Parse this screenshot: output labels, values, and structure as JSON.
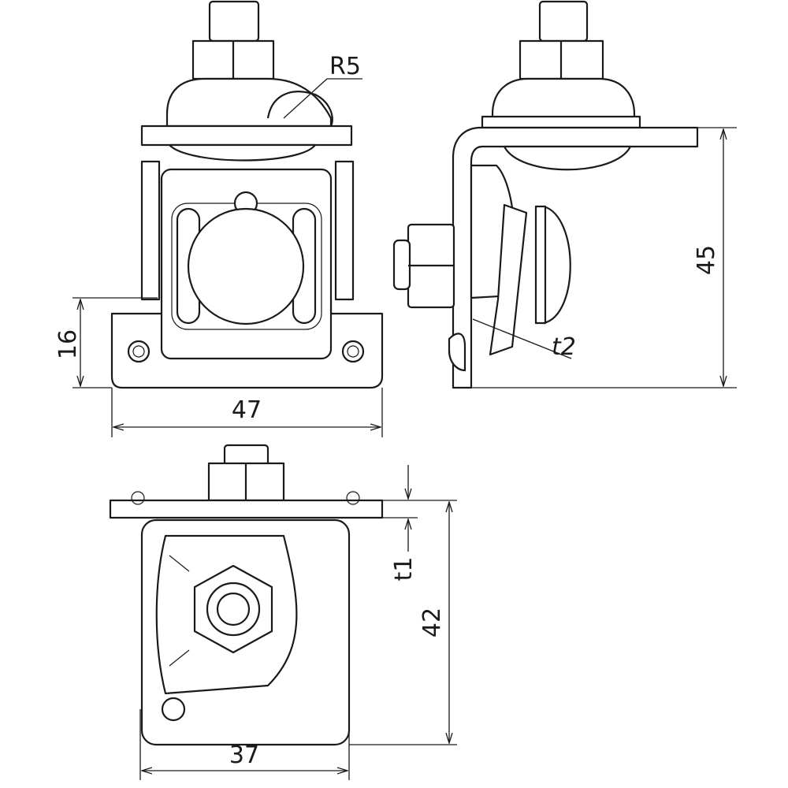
{
  "drawing": {
    "title": "Clamp technical drawing",
    "dimensions": {
      "radius": "R5",
      "height_side": "45",
      "thickness_t2": "t2",
      "base_height": "16",
      "width_front": "47",
      "thickness_t1": "t1",
      "height_bottom": "42",
      "width_bottom": "37"
    }
  }
}
